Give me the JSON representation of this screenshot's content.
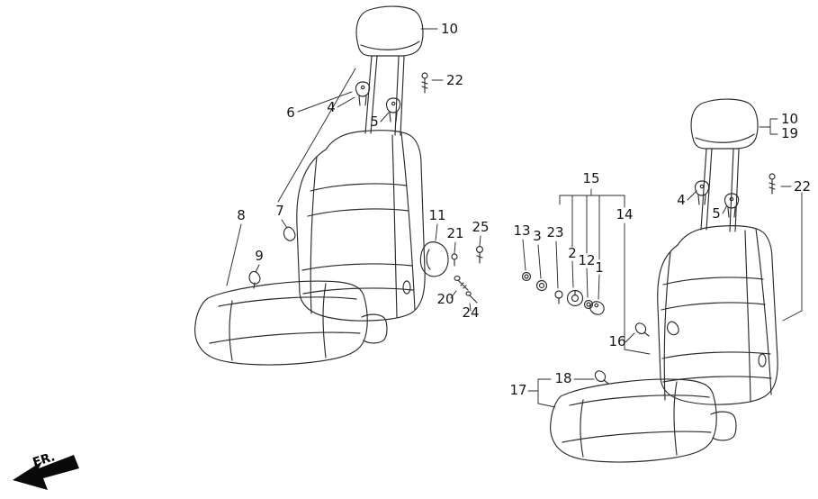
{
  "diagram": {
    "colors": {
      "line": "#2b2b2b",
      "background": "#ffffff",
      "label_text": "#161616"
    },
    "direction_indicator": {
      "label": "FR."
    },
    "callouts": {
      "left": {
        "n10": "10",
        "n22": "22",
        "n6": "6",
        "n4": "4",
        "n5": "5",
        "n7": "7",
        "n8": "8",
        "n9": "9",
        "n11": "11",
        "n21": "21",
        "n25": "25",
        "n20": "20",
        "n24": "24"
      },
      "middle": {
        "n15": "15",
        "n14": "14",
        "n13": "13",
        "n3": "3",
        "n23": "23",
        "n2": "2",
        "n12": "12",
        "n1": "1",
        "n16": "16"
      },
      "right": {
        "n10": "10",
        "n19": "19",
        "n22": "22",
        "n4": "4",
        "n5": "5",
        "n18": "18",
        "n17": "17"
      }
    }
  }
}
